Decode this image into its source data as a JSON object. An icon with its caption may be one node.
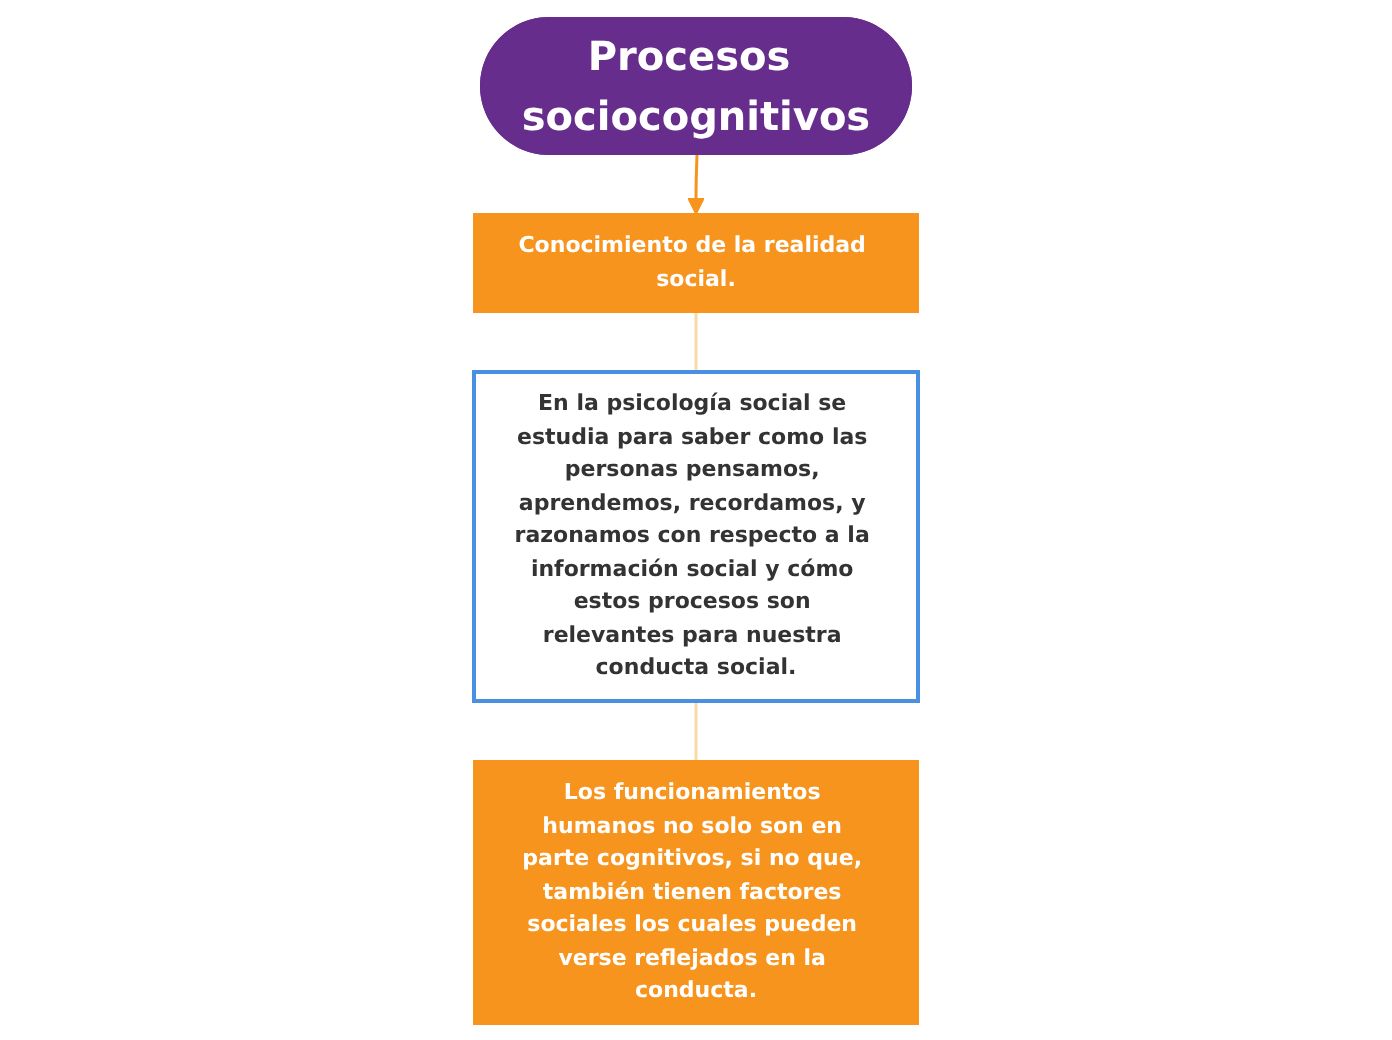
{
  "diagram": {
    "nodes": [
      {
        "text": [
          "Procesos sociocognitivos"
        ]
      },
      {
        "text": [
          "Conocimiento de la realidad social."
        ]
      },
      {
        "text": [
          "En la psicología social se estudia para saber como las personas pensamos, aprendemos, recordamos, y razonamos con respecto a la información social y cómo estos procesos son relevantes para nuestra conducta social."
        ]
      },
      {
        "text": [
          "Los funcionamientos humanos no solo son en parte cognitivos, si no que, también tienen factores sociales los cuales pueden verse reflejados en la conducta."
        ]
      }
    ],
    "edges": [
      {
        "from": 0,
        "to": 1,
        "arrow": "to",
        "color": "#f7941d"
      },
      {
        "from": 1,
        "to": 2,
        "arrow": "none"
      },
      {
        "from": 2,
        "to": 3,
        "arrow": "none"
      }
    ]
  }
}
